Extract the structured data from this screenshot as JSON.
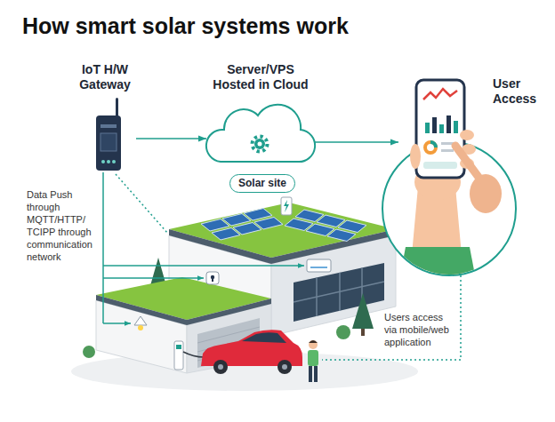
{
  "diagram": {
    "title": "How smart solar systems work",
    "nodes": [
      {
        "text": [
          "IoT H/W Gateway"
        ]
      },
      {
        "text": [
          "Server/VPS Hosted in Cloud"
        ]
      },
      {
        "text": [
          "User Access"
        ]
      },
      {
        "text": [
          "Solar site"
        ]
      }
    ],
    "edges": [
      {
        "from": 0,
        "to": 1,
        "arrow": "to"
      },
      {
        "from": 1,
        "to": 2,
        "arrow": "to"
      }
    ],
    "labels": [
      "Data Push through MQTT/HTTP/ TCIPP through communication network",
      "Users access via mobile/web application"
    ]
  }
}
